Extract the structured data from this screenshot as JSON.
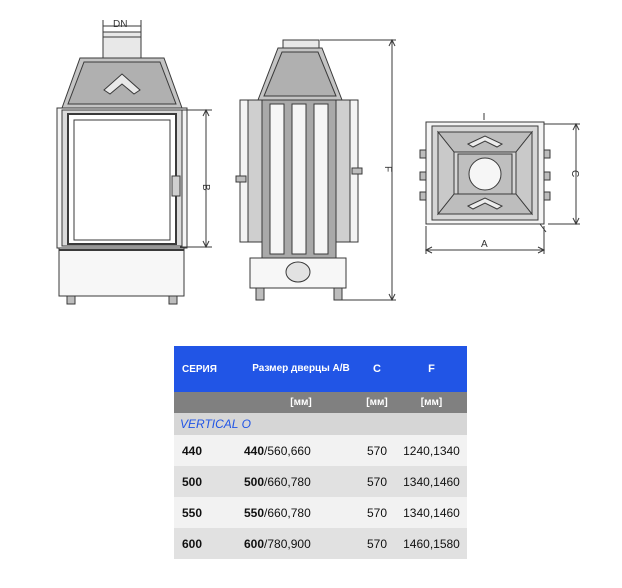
{
  "drawing": {
    "label_dn": "DN",
    "label_b": "B",
    "label_f": "F",
    "label_c": "C",
    "label_a": "A"
  },
  "table": {
    "headers": {
      "series": "СЕРИЯ",
      "door_size": "Размер дверцы A/B",
      "c": "C",
      "f": "F"
    },
    "units": {
      "door_size": "[мм]",
      "c": "[мм]",
      "f": "[мм]"
    },
    "series_name": "VERTICAL O",
    "rows": [
      {
        "series": "440",
        "door_main": "440",
        "door_rest": "/560,660",
        "c": "570",
        "f": "1240,1340"
      },
      {
        "series": "500",
        "door_main": "500",
        "door_rest": "/660,780",
        "c": "570",
        "f": "1340,1460"
      },
      {
        "series": "550",
        "door_main": "550",
        "door_rest": "/660,780",
        "c": "570",
        "f": "1340,1460"
      },
      {
        "series": "600",
        "door_main": "600",
        "door_rest": "/780,900",
        "c": "570",
        "f": "1460,1580"
      }
    ],
    "colors": {
      "header_bg": "#2155e6",
      "units_bg": "#808080",
      "series_text": "#2155e6"
    }
  }
}
